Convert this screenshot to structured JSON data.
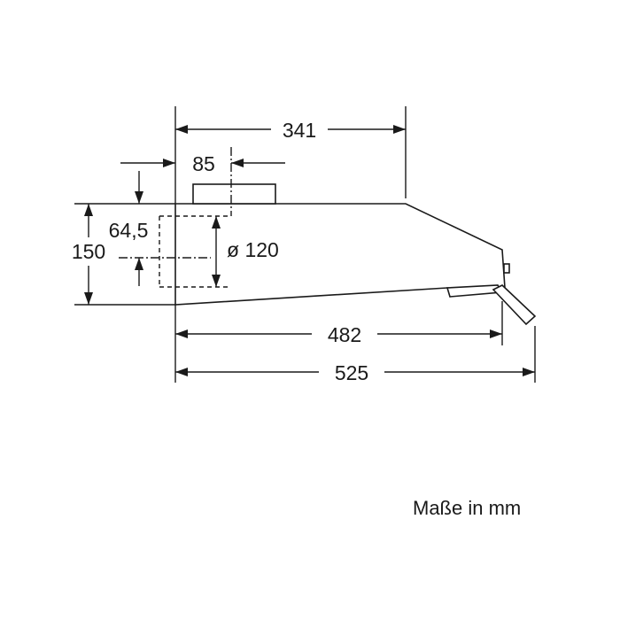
{
  "diagram": {
    "dimensions": {
      "width_top": "341",
      "outlet_width": "85",
      "outlet_offset": "64,5",
      "height": "150",
      "diameter": "ø 120",
      "depth_body": "482",
      "depth_total": "525"
    },
    "units_note": "Maße in mm"
  }
}
